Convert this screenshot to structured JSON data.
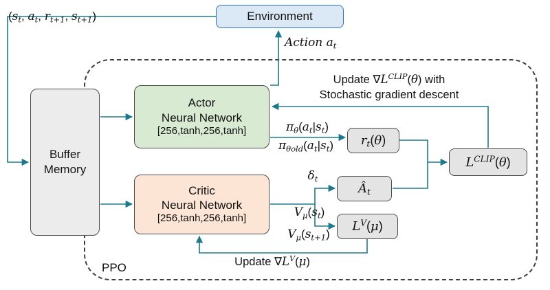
{
  "colors": {
    "arrow": "#1d7a8c",
    "environment_fill": "#dbe9f6",
    "environment_border": "#2e75b6",
    "actor_fill": "#d9ead3",
    "critic_fill": "#fce5d5",
    "node_fill": "#e4e4e4",
    "buffer_fill": "#ececec",
    "boundary_border": "#3f3f3f"
  },
  "nodes": {
    "environment": "Environment",
    "buffer": "Buffer Memory",
    "actor": {
      "title": "Actor",
      "subtitle": "Neural Network",
      "config": "[256,tanh,256,tanh]"
    },
    "critic": {
      "title": "Critic",
      "subtitle": "Neural Network",
      "config": "[256,tanh,256,tanh]"
    },
    "ratio": "<i>r<sub>t</sub></i>(<i>θ</i>)",
    "advantage": "<i>Â<sub>t</sub></i>",
    "value_loss": "<i>L<sup>V</sup></i>(<i>μ</i>)",
    "clip_loss": "<i>L<sup>CLIP</sup></i>(<i>θ</i>)"
  },
  "labels": {
    "transition_tuple": "(<i>s<sub>t</sub></i>, <i>a<sub>t</sub></i>, <i>r<sub>t+1</sub></i>, <i>s<sub>t+1</sub></i>)",
    "action": "<i>Action a<sub>t</sub></i>",
    "update_clip_line1": "Update ∇<i>L<sup>CLIP</sup></i>(<i>θ</i>) with",
    "update_clip_line2": "Stochastic gradient descent",
    "pi_new": "<i>π<sub>θ</sub></i>(<i>a<sub>t</sub></i>|<i>s<sub>t</sub></i>)",
    "pi_old": "<i>π<sub>θold</sub></i>(<i>a<sub>t</sub></i>|<i>s<sub>t</sub></i>)",
    "delta": "<i>δ<sub>t</sub></i>",
    "value_st": "<i>V<sub>μ</sub></i>(<i>s<sub>t</sub></i>)",
    "value_st1": "<i>V<sub>μ</sub></i>(<i>s<sub>t+1</sub></i>)",
    "update_value": "Update ∇<i>L<sup>V</sup></i>(<i>μ</i>)",
    "ppo": "PPO"
  }
}
